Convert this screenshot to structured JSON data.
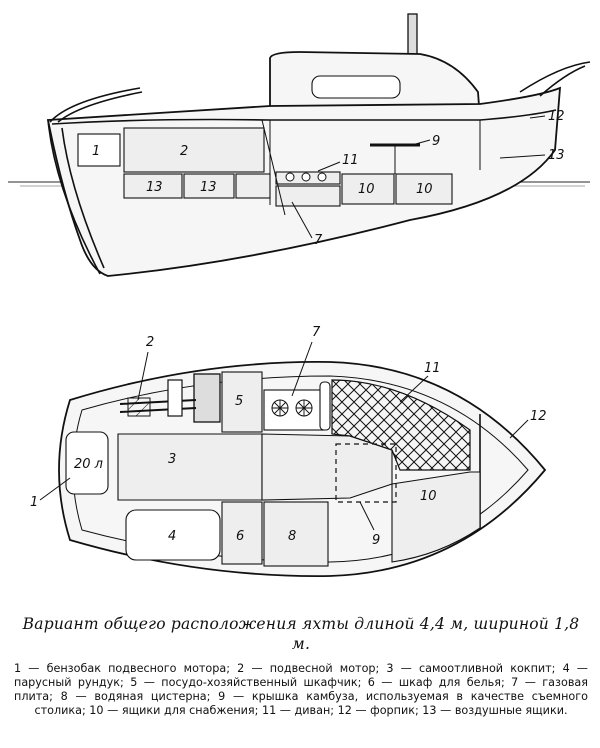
{
  "labels": {
    "side": {
      "n1": "1",
      "n2": "2",
      "n9": "9",
      "n11": "11",
      "n12": "12",
      "n13a": "13",
      "n13b": "13",
      "n13c": "13",
      "n10a": "10",
      "n10b": "10",
      "n7": "7"
    },
    "plan": {
      "n2": "2",
      "n7": "7",
      "n11": "11",
      "n5": "5",
      "n12": "12",
      "tank": "20 л",
      "n3": "3",
      "n1": "1",
      "n10": "10",
      "n9": "9",
      "n4": "4",
      "n6": "6",
      "n8": "8"
    }
  },
  "caption": "Вариант общего расположения яхты длиной 4,4 м, шириной 1,8 м.",
  "legend": "1 — бензобак подвесного мотора; 2 — подвесной мотор; 3 — самоотливной кокпит; 4 — парусный рундук; 5 — посудо-хозяйственный шкафчик; 6 — шкаф для белья; 7 — газовая плита; 8 — водяная цистерна; 9 — крышка камбуза, используемая в качестве съемного столика; 10 — ящики для снабжения; 11 — диван; 12 — форпик; 13 — воздушные ящики."
}
